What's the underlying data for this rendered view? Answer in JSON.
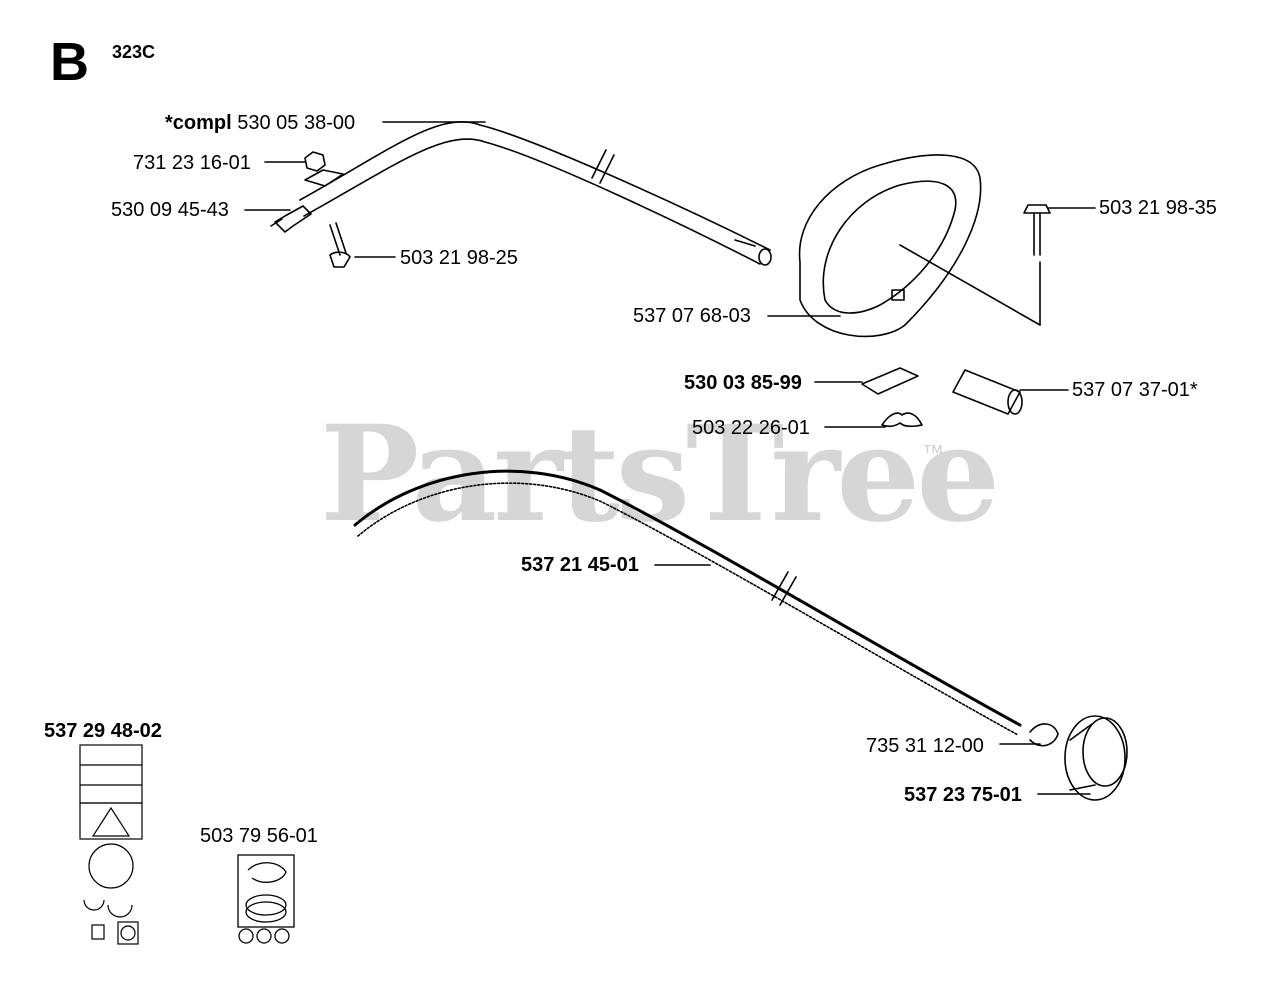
{
  "header": {
    "section_letter": "B",
    "model": "323C"
  },
  "watermark": {
    "brand": "PartsTree",
    "trademark": "™"
  },
  "parts": {
    "tube_assembly": {
      "prefix": "*compl",
      "number": "530 05 38-00"
    },
    "nut": "731 23 16-01",
    "coupling": "530 09 45-43",
    "screw_top": "503 21 98-25",
    "bolt_handle": "503 21 98-35",
    "loop_handle": "537 07 68-03",
    "clamp": "530 03 85-99",
    "sleeve": "537 07 37-01*",
    "wing_nut": "503 22 26-01",
    "drive_shaft": "537 21 45-01",
    "circlip": "735 31 12-00",
    "guard_cup": "537 23 75-01",
    "decal_sheet": "537 29 48-02",
    "decal_trimmer": "503 79 56-01"
  },
  "colors": {
    "ink": "#000000",
    "watermark": "#d6d6d6"
  }
}
